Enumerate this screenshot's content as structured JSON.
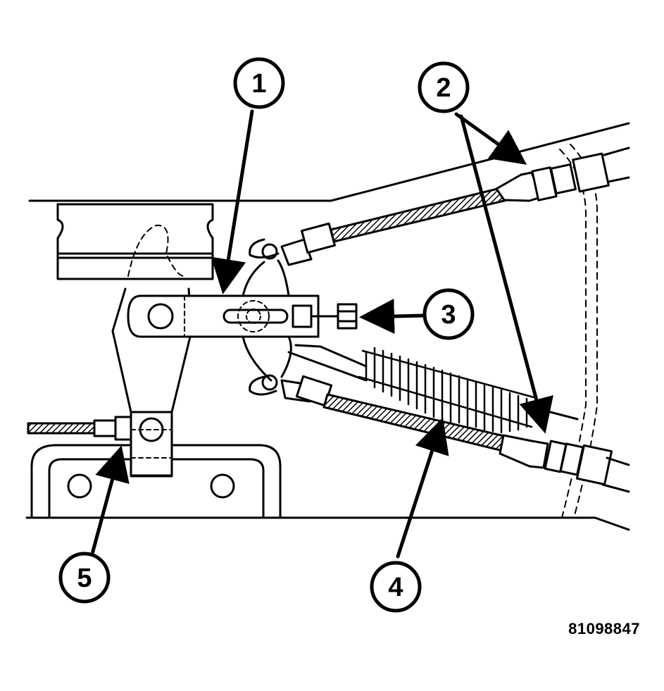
{
  "callouts": [
    {
      "id": "1",
      "label": "1"
    },
    {
      "id": "2",
      "label": "2"
    },
    {
      "id": "3",
      "label": "3"
    },
    {
      "id": "4",
      "label": "4"
    },
    {
      "id": "5",
      "label": "5"
    }
  ],
  "figure_id": "81098847",
  "colors": {
    "line": "#000000",
    "background": "#ffffff"
  }
}
